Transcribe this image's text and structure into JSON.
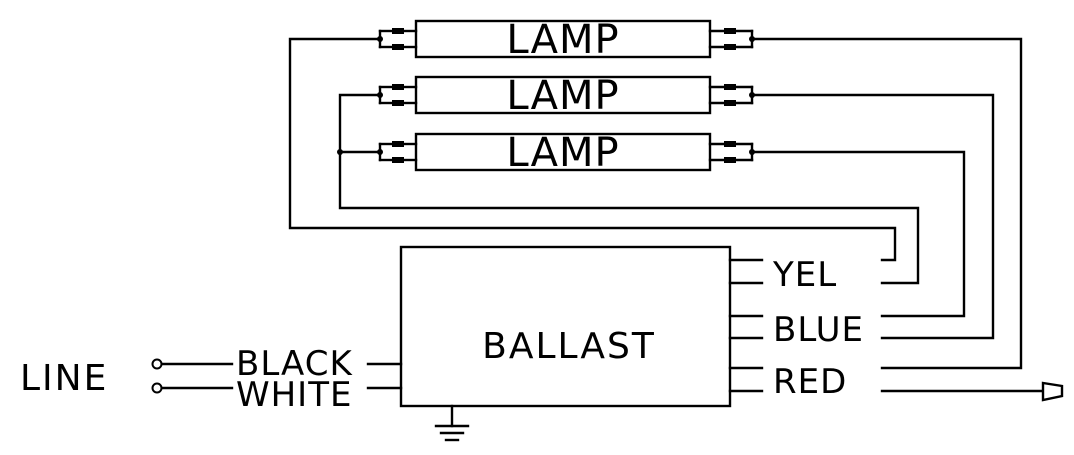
{
  "lamps": [
    {
      "label": "LAMP"
    },
    {
      "label": "LAMP"
    },
    {
      "label": "LAMP"
    }
  ],
  "ballast": {
    "label": "BALLAST"
  },
  "line": {
    "label": "LINE"
  },
  "input_wires": {
    "black": "BLACK",
    "white": "WHITE"
  },
  "output_wires": {
    "yellow": "YEL",
    "blue": "BLUE",
    "red": "RED"
  },
  "colors": {
    "stroke": "#000000",
    "background": "#ffffff"
  }
}
